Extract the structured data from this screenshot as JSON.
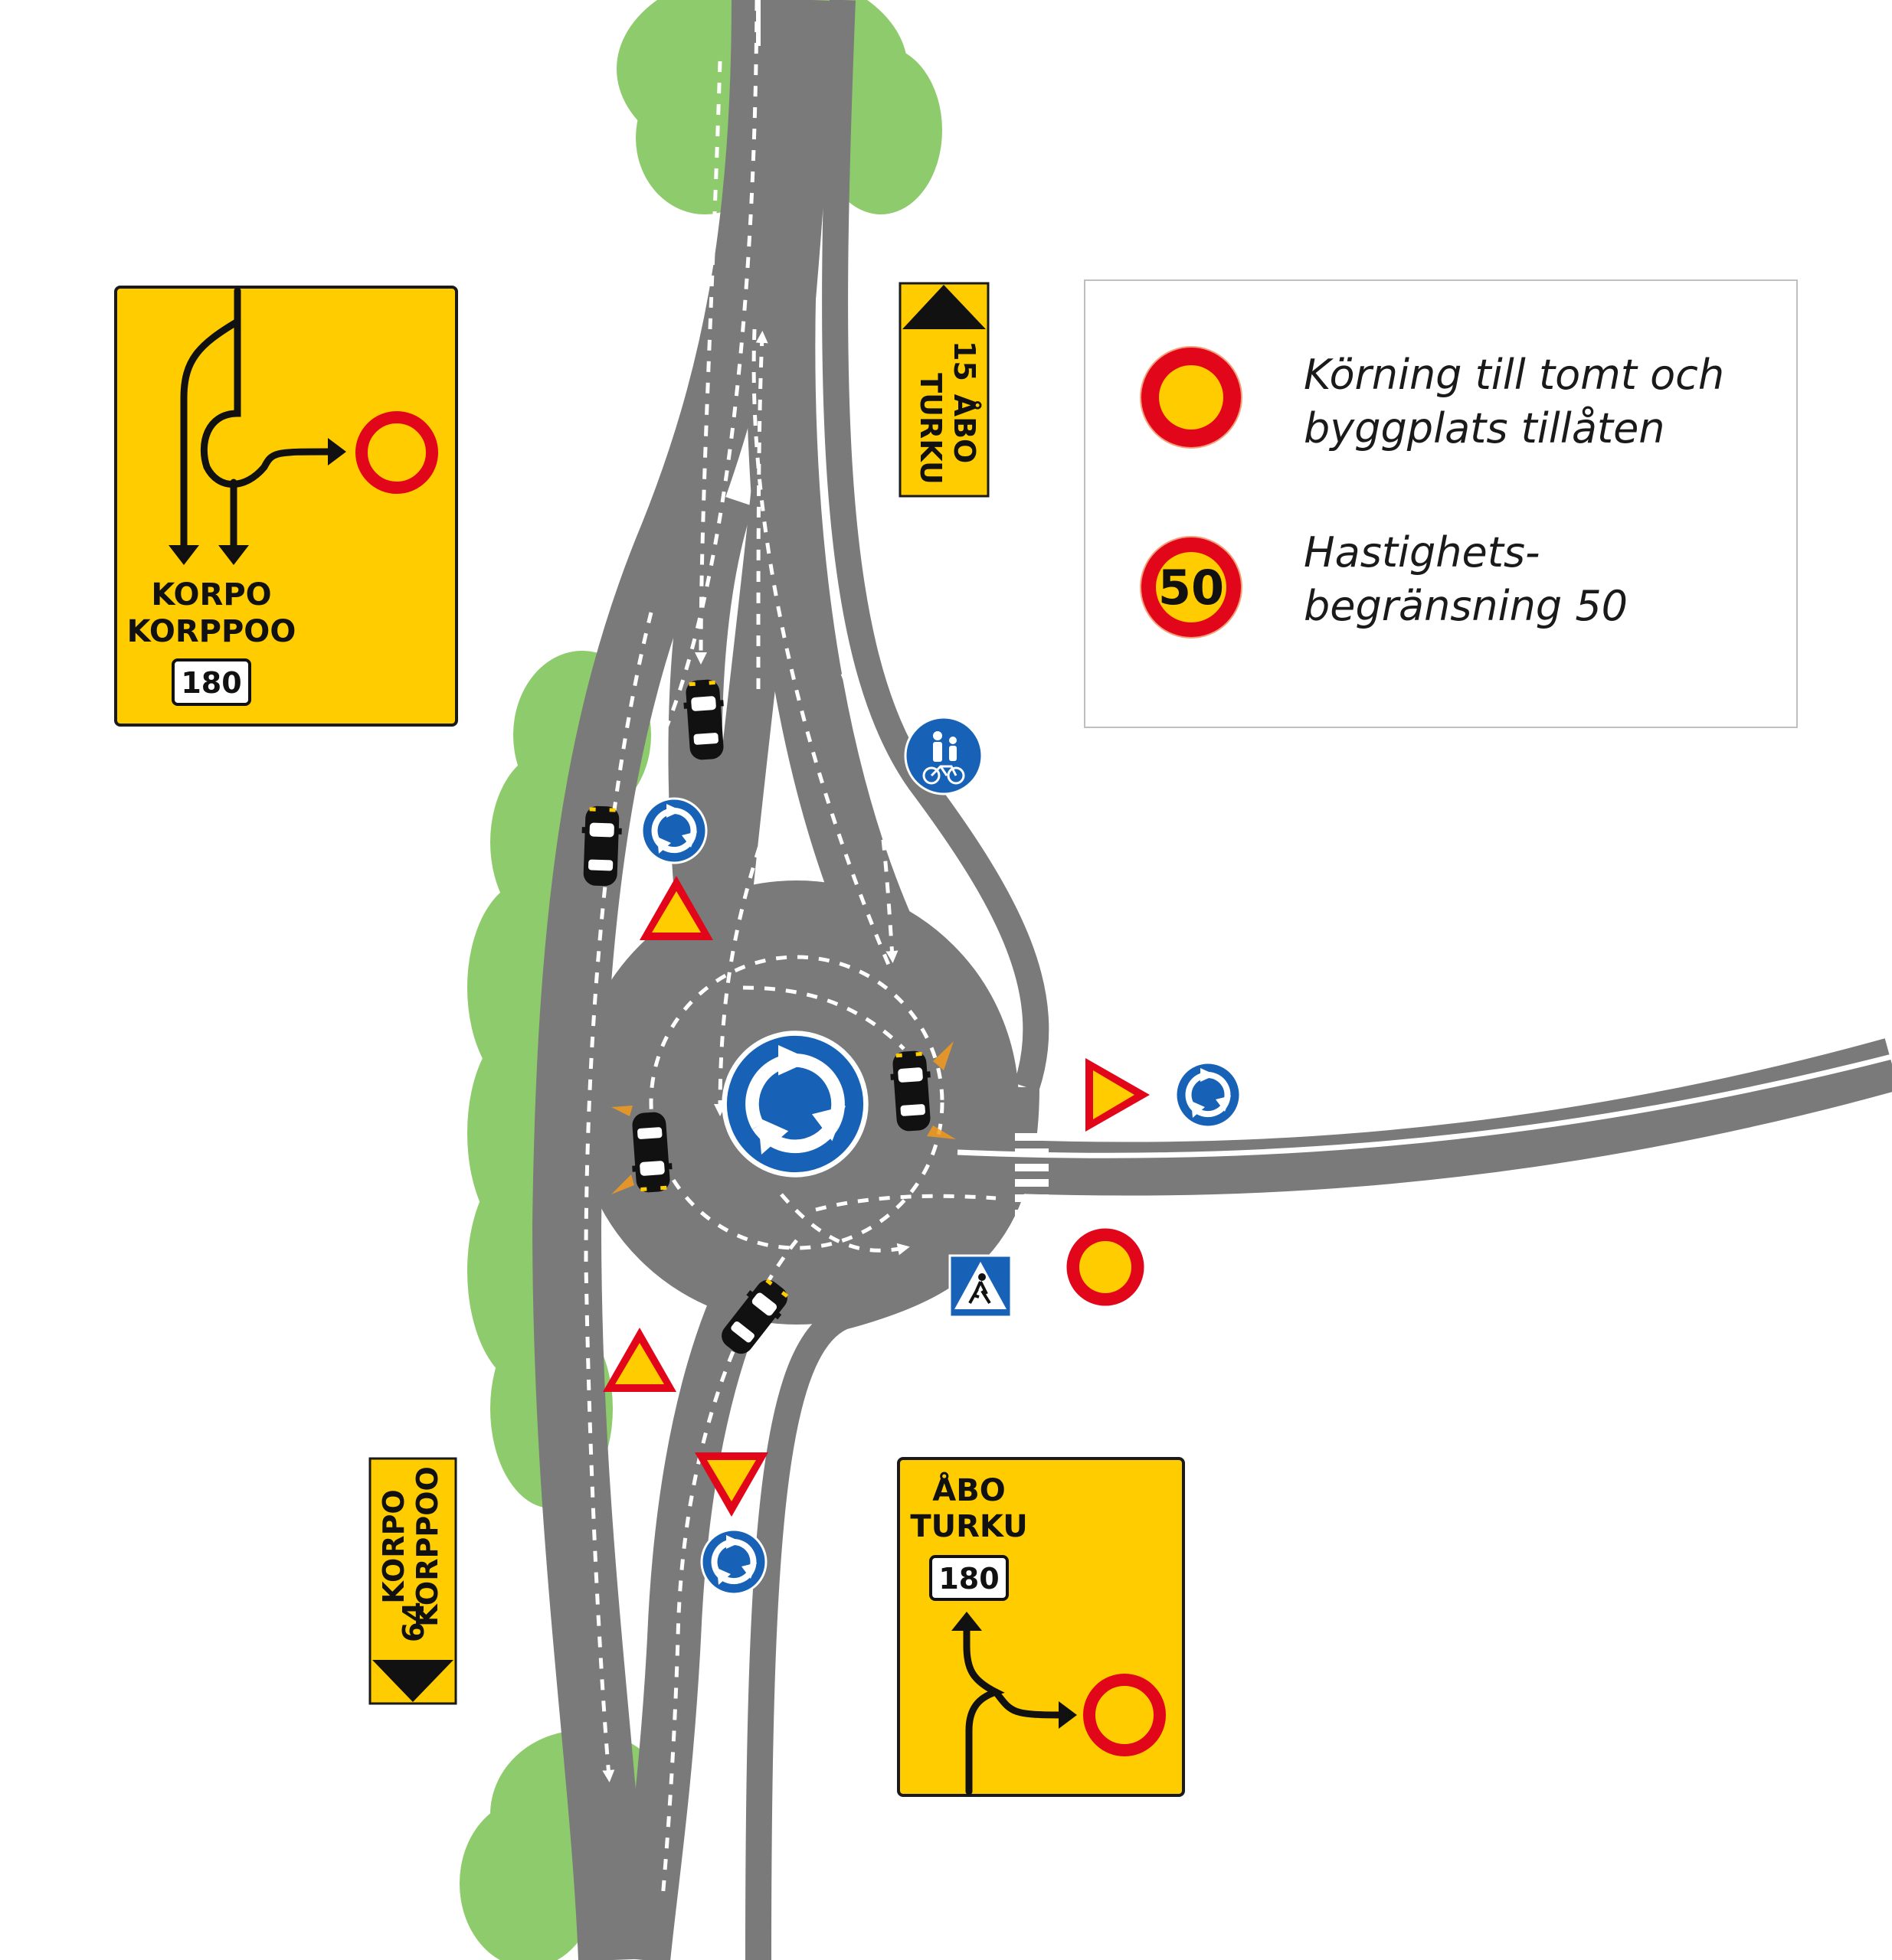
{
  "signs": {
    "left_guide": {
      "line1": "KORPO",
      "line2": "KORPPOO",
      "road_number": "180"
    },
    "top_direction": {
      "distance": "15",
      "line1": "ÅBO",
      "line2": "TURKU"
    },
    "left_direction": {
      "distance": "64",
      "line1": "KORPO",
      "line2": "KORPPOO"
    },
    "right_guide": {
      "line1": "ÅBO",
      "line2": "TURKU",
      "road_number": "180"
    }
  },
  "legend": {
    "items": [
      {
        "icon": "no-entry-exception-sign-icon",
        "text": "Körning till tomt och\nbyggplats tillåten"
      },
      {
        "icon": "speed-limit-sign-icon",
        "value": "50",
        "text": "Hastighets-\nbegränsning 50"
      }
    ]
  },
  "colors": {
    "road": "#7a7a7a",
    "sign_yellow": "#ffcc00",
    "sign_blue": "#1762b6",
    "sign_red": "#e2061b",
    "greenery": "#8ecb6c"
  }
}
